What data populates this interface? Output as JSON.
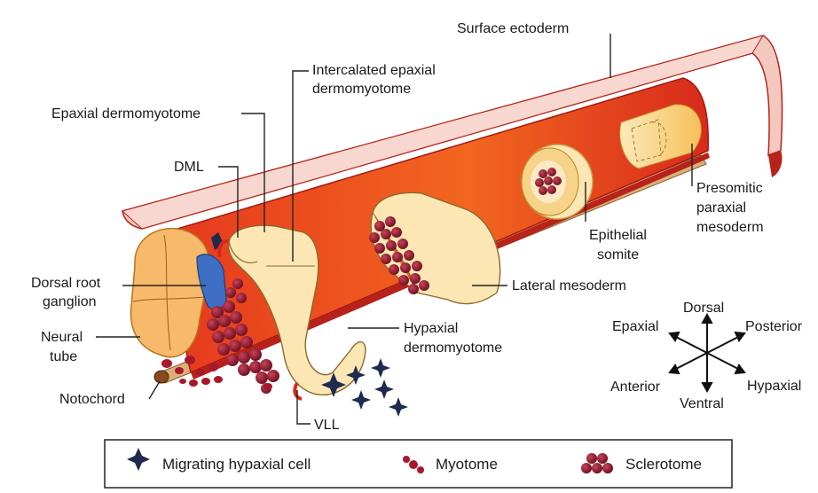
{
  "labels": {
    "surface_ectoderm": "Surface ectoderm",
    "intercalated_line1": "Intercalated epaxial",
    "intercalated_line2": "dermomyotome",
    "epaxial_dermomyotome": "Epaxial dermomyotome",
    "dml": "DML",
    "dorsal_root_line1": "Dorsal root",
    "dorsal_root_line2": "ganglion",
    "neural_tube_line1": "Neural",
    "neural_tube_line2": "tube",
    "notochord": "Notochord",
    "vll": "VLL",
    "hypaxial_line1": "Hypaxial",
    "hypaxial_line2": "dermomyotome",
    "lateral_mesoderm": "Lateral mesoderm",
    "epithelial_line1": "Epithelial",
    "epithelial_line2": "somite",
    "presomitic_line1": "Presomitic",
    "presomitic_line2": "paraxial",
    "presomitic_line3": "mesoderm"
  },
  "axes": {
    "dorsal": "Dorsal",
    "ventral": "Ventral",
    "epaxial": "Epaxial",
    "hypaxial": "Hypaxial",
    "anterior": "Anterior",
    "posterior": "Posterior"
  },
  "legend": {
    "migrating": "Migrating hypaxial cell",
    "myotome": "Myotome",
    "sclerotome": "Sclerotome"
  },
  "colors": {
    "ectoderm": "#f3c9bf",
    "ectoderm_edge": "#b5231b",
    "mesoderm_red": "#d9261c",
    "mesoderm_orange": "#f26a1f",
    "dermomyotome": "#fbe6b4",
    "sclerotome": "#8a1a2c",
    "neural_tube": "#f7b96a",
    "drg": "#3f6fc4",
    "notochord": "#8a4a1e",
    "migrating_cell": "#1e2a4f"
  }
}
